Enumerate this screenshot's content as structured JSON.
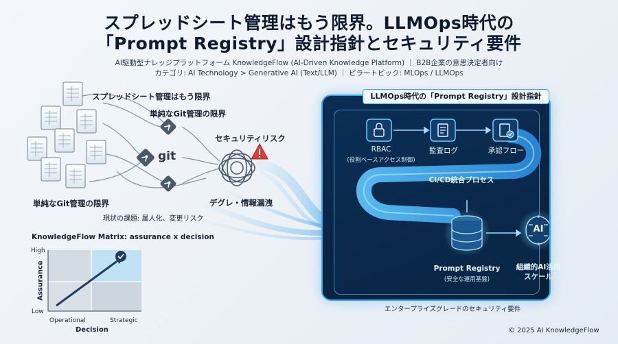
{
  "header": {
    "title_line1": "スプレッドシート管理はもう限界。LLMOps時代の",
    "title_line2": "「Prompt Registry」設計指針とセキュリティ要件",
    "meta_line1": "AI駆動型ナレッジプラットフォーム KnowledgeFlow (AI-Driven Knowledge Platform) ｜ B2B企業の意思決定者向け",
    "meta_line2": "カテゴリ: AI Technology > Generative AI (Text/LLM) ｜ ピラートピック: MLOps / LLMOps"
  },
  "left_cluster": {
    "spreadsheet_label": "スプレッドシート管理はもう限界",
    "git_label_top": "単純なGit管理の限界",
    "git_label_bottom": "単純なGit管理の限界",
    "git_text": "git",
    "security_risk_label": "セキュリティリスク",
    "degradation_label": "デグレ・情報漏洩",
    "current_issues": "現状の課題: 属人化、変更リスク"
  },
  "panel": {
    "title": "LLMOps時代の「Prompt Registry」設計指針",
    "rbac_label": "RBAC",
    "rbac_sub": "(役割ベースアクセス制御)",
    "audit_label": "監査ログ",
    "approval_label": "承認フロー",
    "cicd_label": "CI/CD統合プロセス",
    "registry_label": "Prompt Registry",
    "registry_sub": "(安全な運用基盤)",
    "ai_text": "AI",
    "ai_scale_line1": "組織的AI活用",
    "ai_scale_line2": "スケール",
    "footer": "エンタープライズグレードのセキュリティ要件"
  },
  "matrix": {
    "title": "KnowledgeFlow Matrix: assurance x decision",
    "y_high": "High",
    "y_low": "Low",
    "y_axis": "Assurance",
    "x_left": "Operational",
    "x_right": "Strategic",
    "x_axis": "Decision"
  },
  "copyright": "© 2025 AI KnowledgeFlow",
  "colors": {
    "panel_bg": "#0a2444",
    "accent_blue": "#3aa6e8",
    "warning_red": "#e53935"
  }
}
